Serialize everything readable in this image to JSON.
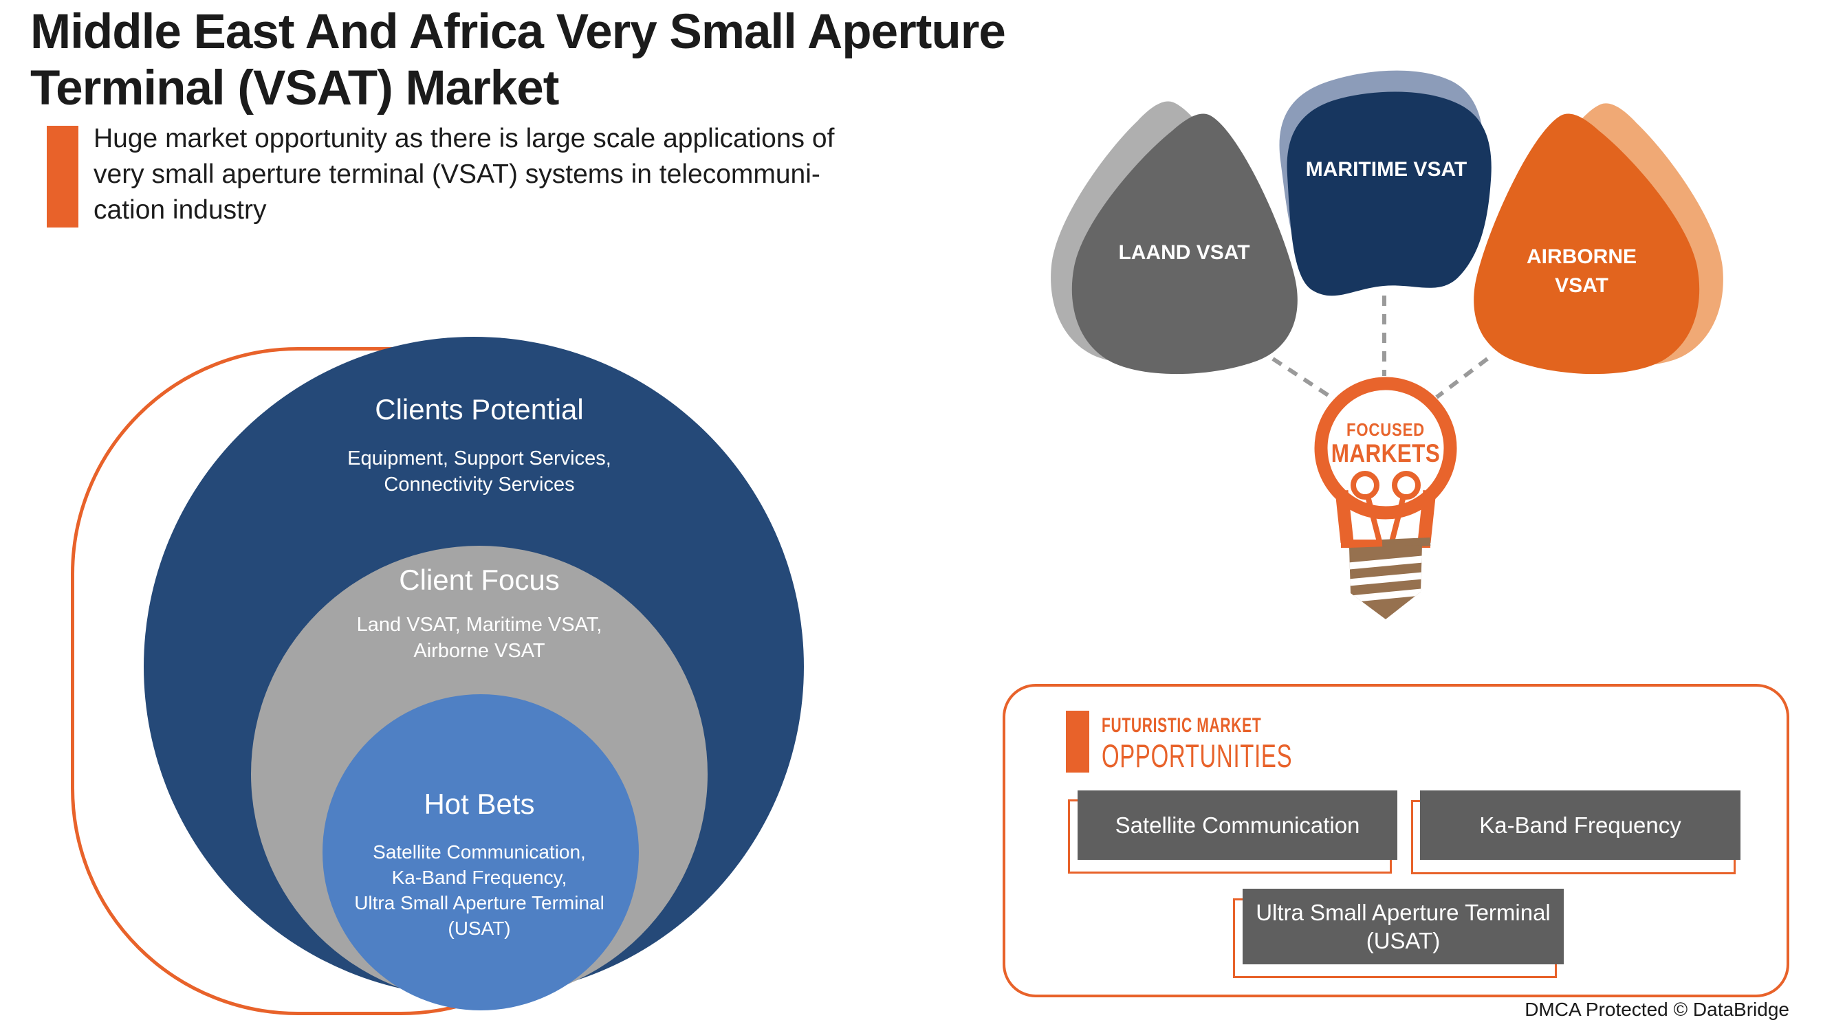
{
  "header": {
    "title": "Middle East And Africa Very Small Aperture\nTerminal (VSAT) Market",
    "subtitle": "Huge market opportunity as there is large scale applications of\nvery small aperture terminal (VSAT) systems in telecommuni-\ncation industry",
    "accent_color": "#E8622A"
  },
  "venn": {
    "rings": [
      {
        "label": "Clients Potential",
        "items": "Equipment, Support Services,\nConnectivity Services",
        "color": "#254978"
      },
      {
        "label": "Client Focus",
        "items": "Land VSAT, Maritime VSAT,\nAirborne VSAT",
        "color": "#A5A5A5"
      },
      {
        "label": "Hot Bets",
        "items": "Satellite Communication,\nKa-Band Frequency,\nUltra Small Aperture Terminal\n(USAT)",
        "color": "#4F80C4"
      }
    ],
    "outline_color": "#E8622A"
  },
  "focused_markets": {
    "petals": [
      {
        "label": "LAAND VSAT",
        "color": "#666666",
        "shadow": "#AFAFAF"
      },
      {
        "label": "MARITIME VSAT",
        "color": "#17365F",
        "shadow": "#8C9CB9"
      },
      {
        "label": "AIRBORNE VSAT",
        "color": "#E2641E",
        "shadow": "#F0A975"
      }
    ],
    "bulb_line1": "FOCUSED",
    "bulb_line2": "MARKETS",
    "bulb_color": "#E8642C",
    "screw_color": "#96714F",
    "dash_color": "#9A9A9A"
  },
  "opportunities": {
    "heading_line1": "FUTURISTIC MARKET",
    "heading_line2": "OPPORTUNITIES",
    "items": [
      "Satellite Communication",
      "Ka-Band Frequency",
      "Ultra Small Aperture Terminal\n(USAT)"
    ],
    "box_color": "#5F5F5F"
  },
  "footer": {
    "dmca": "DMCA Protected © DataBridge"
  }
}
